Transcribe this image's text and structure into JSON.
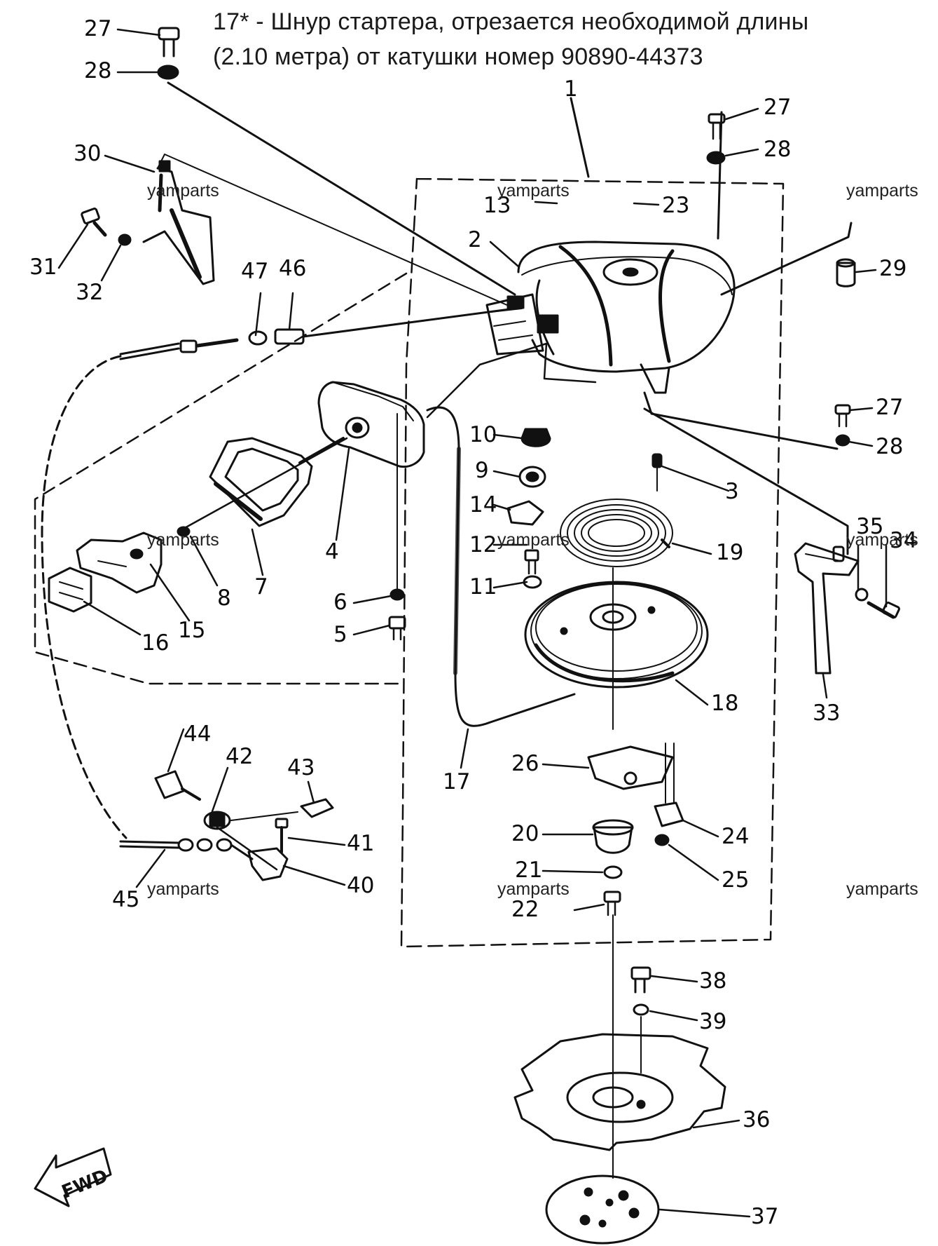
{
  "note": {
    "line1": "17* - Шнур стартера, отрезается необходимой длины",
    "line2": "(2.10 метра) от катушки номер 90890-44373"
  },
  "watermark": "yamparts",
  "fwd_label": "FWD",
  "callouts": [
    "27",
    "28",
    "1",
    "27",
    "28",
    "30",
    "13",
    "23",
    "31",
    "32",
    "2",
    "47",
    "46",
    "29",
    "10",
    "27",
    "28",
    "9",
    "3",
    "14",
    "35",
    "34",
    "12",
    "19",
    "4",
    "7",
    "8",
    "15",
    "16",
    "11",
    "6",
    "5",
    "18",
    "33",
    "44",
    "42",
    "43",
    "17",
    "26",
    "41",
    "40",
    "20",
    "24",
    "21",
    "25",
    "45",
    "22",
    "38",
    "39",
    "36",
    "37"
  ],
  "colors": {
    "line": "#111111",
    "background": "#ffffff"
  }
}
